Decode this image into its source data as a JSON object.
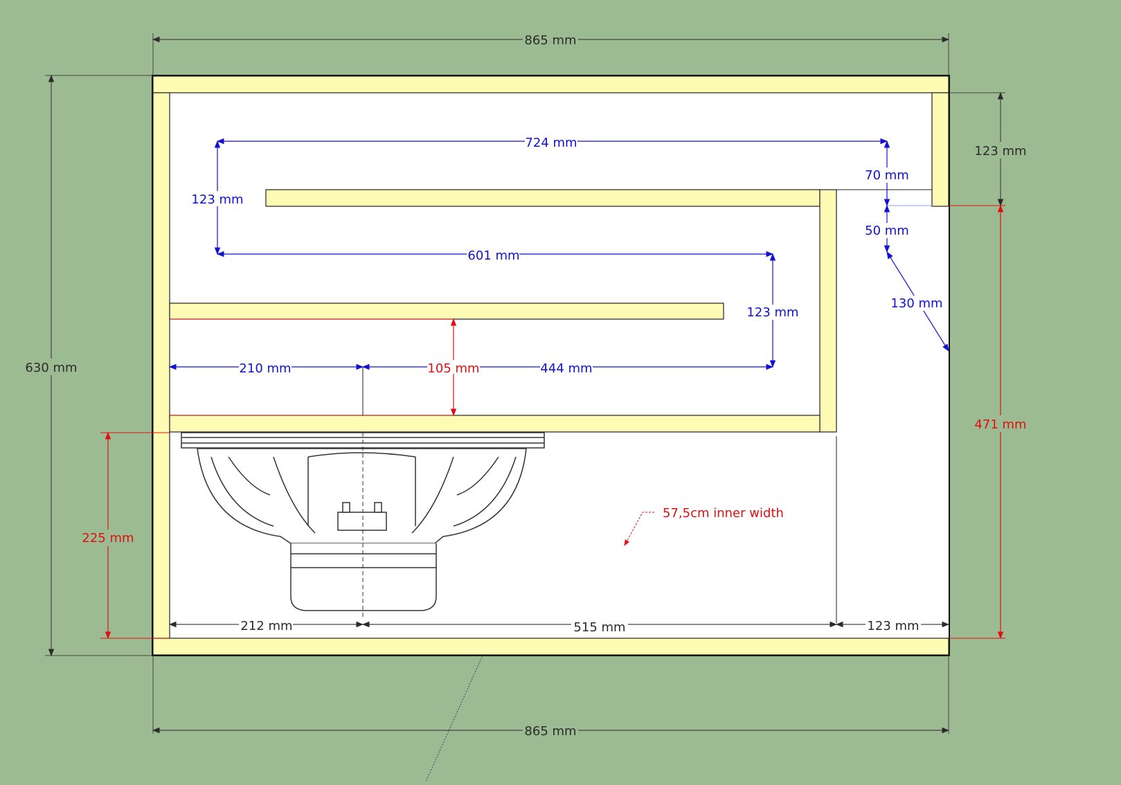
{
  "dimensions": {
    "outer_width_top": "865 mm",
    "outer_width_bottom": "865 mm",
    "outer_height": "630 mm",
    "right_top_section": "123 mm",
    "right_port_height": "471 mm",
    "port_top_length": "724 mm",
    "port_top_height": "123 mm",
    "port_mid_length": "601 mm",
    "port_mid_height": "123 mm",
    "gap_70": "70 mm",
    "gap_50": "50 mm",
    "diagonal_130": "130 mm",
    "lower_left": "210 mm",
    "lower_center": "105 mm",
    "lower_right": "444 mm",
    "driver_height": "225 mm",
    "bottom_left": "212 mm",
    "bottom_center": "515 mm",
    "bottom_right": "123 mm"
  },
  "note": "57,5cm inner width",
  "colors": {
    "background": "#9cbb92",
    "wood": "#fdfbb4",
    "blue_dimension": "#1212d4",
    "red_dimension": "#e01010",
    "gray_dimension": "#2b2b2b"
  },
  "icons": [
    "subwoofer-driver-icon",
    "arrow-icon"
  ]
}
